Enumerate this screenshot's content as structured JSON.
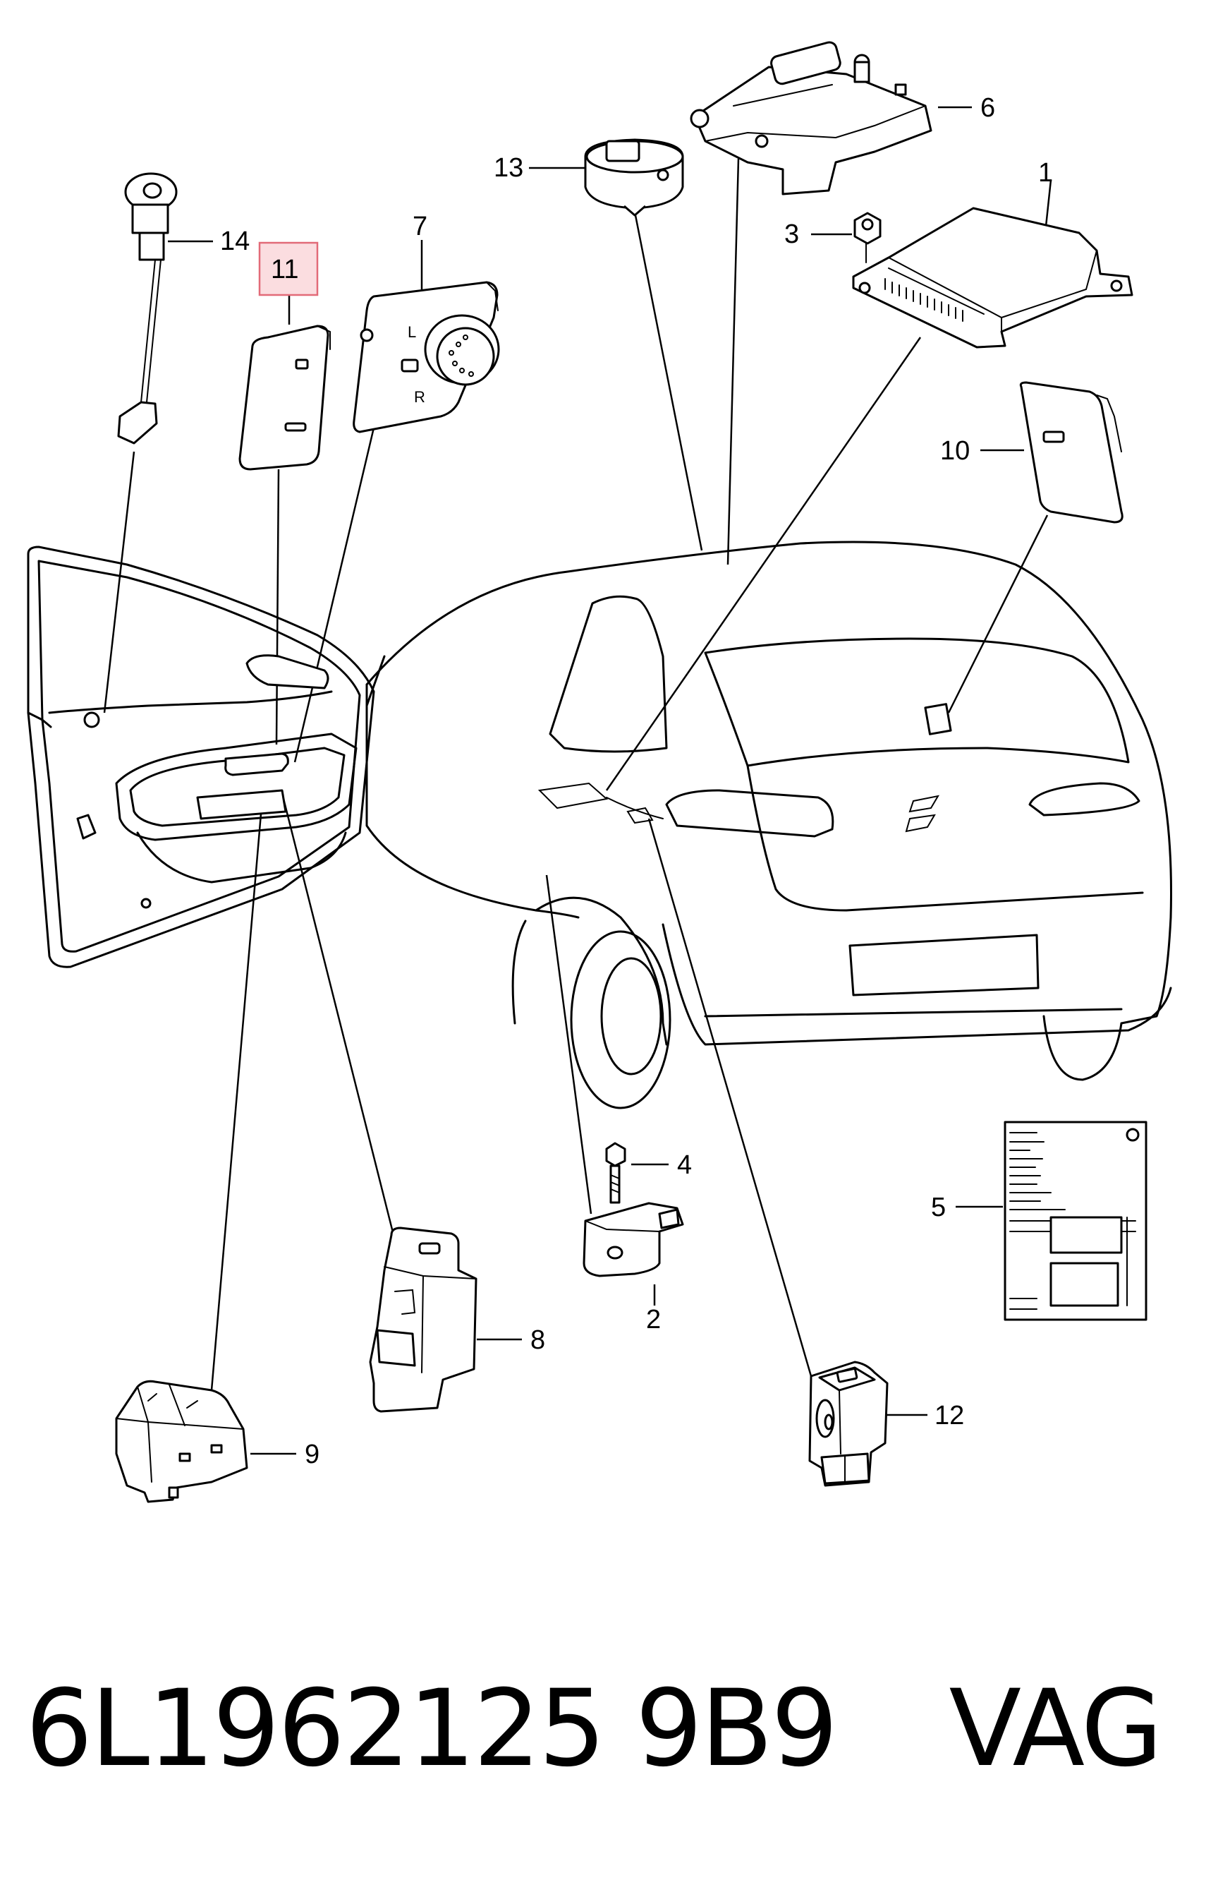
{
  "diagram": {
    "callouts": [
      {
        "id": "1",
        "label": "1"
      },
      {
        "id": "2",
        "label": "2"
      },
      {
        "id": "3",
        "label": "3"
      },
      {
        "id": "4",
        "label": "4"
      },
      {
        "id": "5",
        "label": "5"
      },
      {
        "id": "6",
        "label": "6"
      },
      {
        "id": "7",
        "label": "7"
      },
      {
        "id": "8",
        "label": "8"
      },
      {
        "id": "9",
        "label": "9"
      },
      {
        "id": "10",
        "label": "10"
      },
      {
        "id": "11",
        "label": "11",
        "highlighted": true
      },
      {
        "id": "12",
        "label": "12"
      },
      {
        "id": "13",
        "label": "13"
      },
      {
        "id": "14",
        "label": "14"
      }
    ],
    "mirror_switch_letters": {
      "left": "L",
      "right": "R"
    },
    "highlight_color": "#fbdde0"
  },
  "caption": {
    "part_number": "6L1962125 9B9",
    "brand": "VAG"
  }
}
